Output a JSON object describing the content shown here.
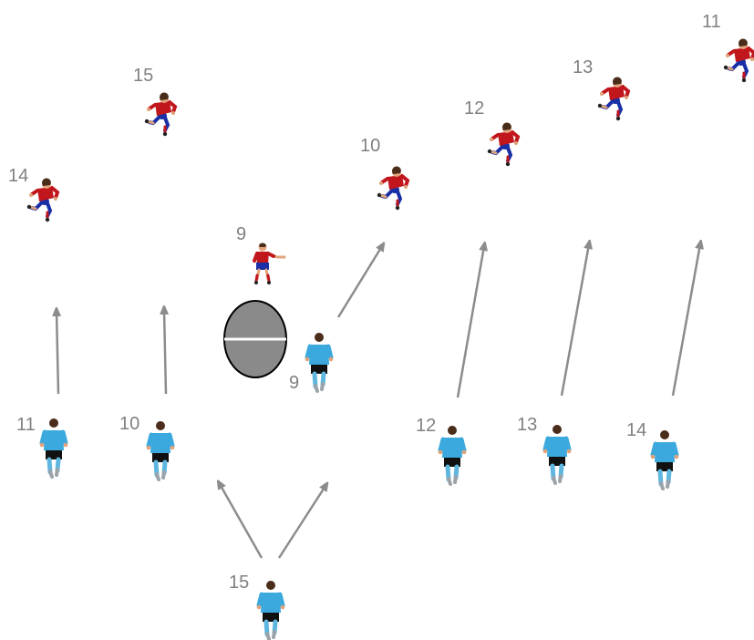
{
  "colors": {
    "attack_jersey": "#c0161c",
    "attack_shorts": "#1a2fa6",
    "defence_jersey": "#3ba9dd",
    "defence_shorts": "#111111",
    "skin": "#e0a37b",
    "hair": "#4a2c1a",
    "arrow": "#8c8c8c",
    "ball": "#8a8a8a",
    "number": "#808080"
  },
  "attackers": [
    {
      "number": "14",
      "icon": "red-attacker-icon"
    },
    {
      "number": "15",
      "icon": "red-attacker-icon"
    },
    {
      "number": "9",
      "icon": "red-scrumhalf-icon"
    },
    {
      "number": "10",
      "icon": "red-attacker-icon"
    },
    {
      "number": "12",
      "icon": "red-attacker-icon"
    },
    {
      "number": "13",
      "icon": "red-attacker-icon"
    },
    {
      "number": "11",
      "icon": "red-attacker-icon"
    }
  ],
  "defenders": [
    {
      "number": "9",
      "icon": "blue-defender-icon"
    },
    {
      "number": "11",
      "icon": "blue-defender-icon"
    },
    {
      "number": "10",
      "icon": "blue-defender-icon"
    },
    {
      "number": "12",
      "icon": "blue-defender-icon"
    },
    {
      "number": "13",
      "icon": "blue-defender-icon"
    },
    {
      "number": "14",
      "icon": "blue-defender-icon"
    },
    {
      "number": "15",
      "icon": "blue-defender-icon"
    }
  ],
  "ruck": {
    "icon": "ruck-ball-icon"
  },
  "arrows_icon": "movement-arrow-icon"
}
